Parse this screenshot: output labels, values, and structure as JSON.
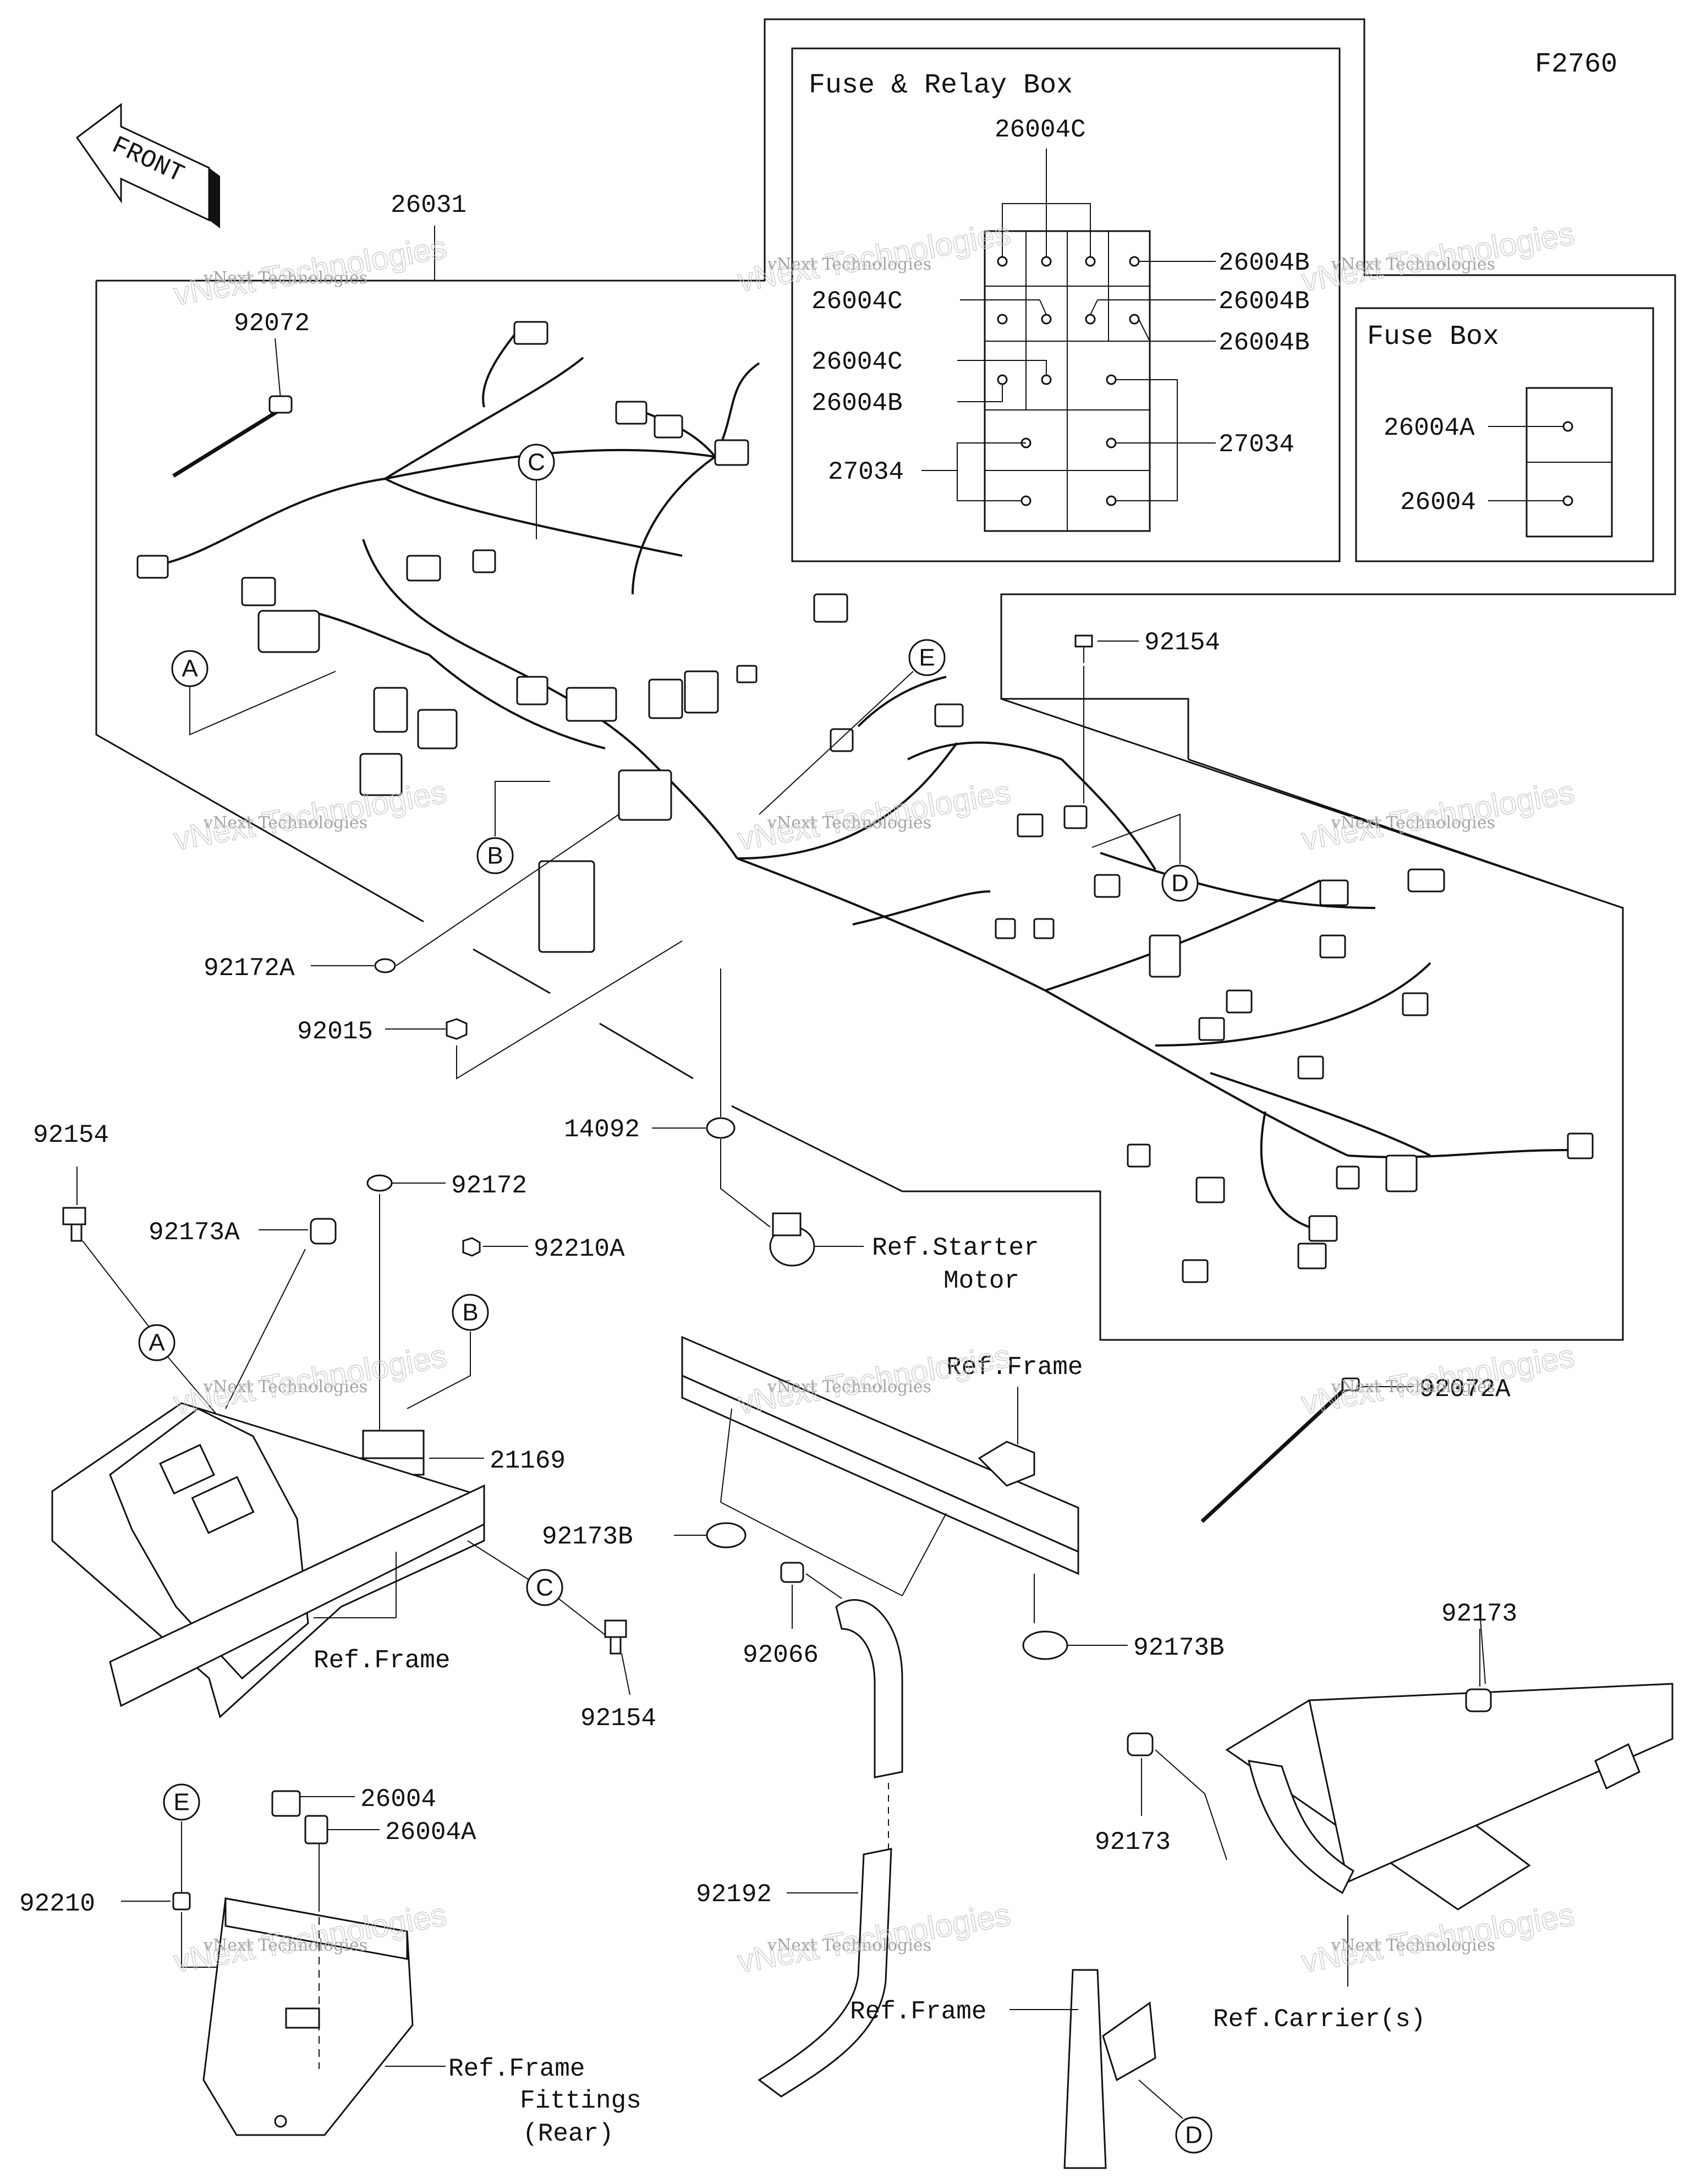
{
  "figure_code": "F2760",
  "front_label": "FRONT",
  "fuse_relay_box": {
    "title": "Fuse & Relay Box",
    "labels": [
      "26004C",
      "26004B",
      "26004C",
      "26004B",
      "26004B",
      "26004C",
      "26004B",
      "27034",
      "27034"
    ]
  },
  "fuse_box": {
    "title": "Fuse Box",
    "labels": [
      "26004A",
      "26004"
    ]
  },
  "part_labels": {
    "p26031": "26031",
    "p92072": "92072",
    "p92154_a": "92154",
    "p92172A": "92172A",
    "p92015": "92015",
    "p14092": "14092",
    "p92154_b": "92154",
    "p92173A": "92173A",
    "p92172": "92172",
    "p92210A": "92210A",
    "p21169": "21169",
    "p92154_c": "92154",
    "p92173B_a": "92173B",
    "p92173B_b": "92173B",
    "p92066": "92066",
    "p92072A": "92072A",
    "p92173_a": "92173",
    "p92173_b": "92173",
    "p26004": "26004",
    "p26004A": "26004A",
    "p92210": "92210",
    "p92192": "92192"
  },
  "ref_labels": {
    "starter_line1": "Ref.Starter",
    "starter_line2": "Motor",
    "frame_top": "Ref.Frame",
    "frame_left": "Ref.Frame",
    "frame_bottom": "Ref.Frame",
    "fittings_line1": "Ref.Frame",
    "fittings_line2": "Fittings",
    "fittings_line3": "(Rear)",
    "carrier": "Ref.Carrier(s)"
  },
  "callouts": [
    "A",
    "B",
    "C",
    "D",
    "E"
  ],
  "watermark": {
    "line1": "vNext Technologies",
    "big": "vNext Technologies"
  }
}
